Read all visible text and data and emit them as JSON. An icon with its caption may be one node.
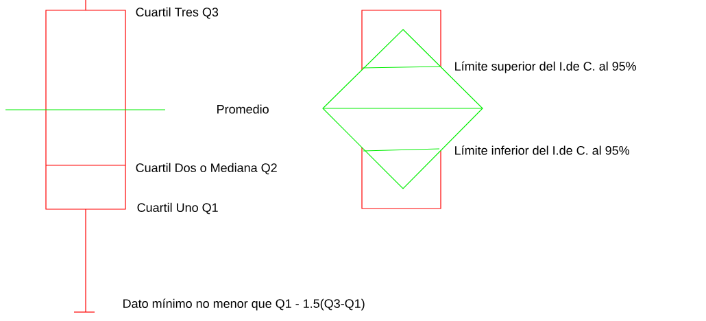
{
  "diagram": {
    "labels": [
      "Cuartil Tres   Q3",
      "Límite superior del I.de C. al 95%",
      "Promedio",
      "Límite inferior del I.de C. al 95%",
      "Cuartil Dos o Mediana Q2",
      "Cuartil Uno   Q1",
      "Dato mínimo no menor que  Q1 - 1.5(Q3-Q1)"
    ]
  }
}
